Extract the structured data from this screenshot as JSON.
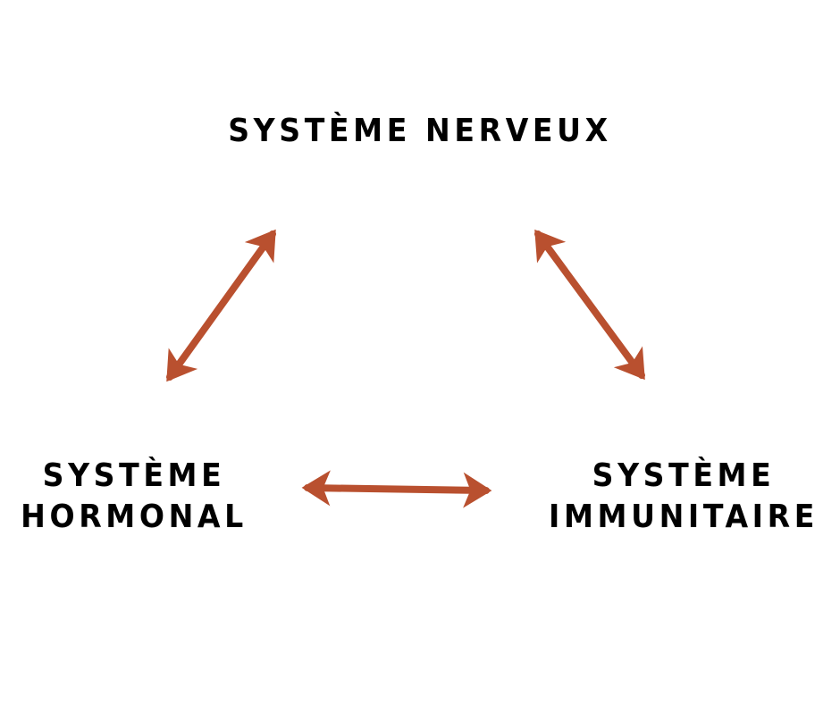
{
  "nodes": {
    "top": "SYSTÈME NERVEUX",
    "left_line1": "SYSTÈME",
    "left_line2": "HORMONAL",
    "right_line1": "SYSTÈME",
    "right_line2": "IMMUNITAIRE"
  },
  "colors": {
    "arrow": "#b9502f"
  }
}
